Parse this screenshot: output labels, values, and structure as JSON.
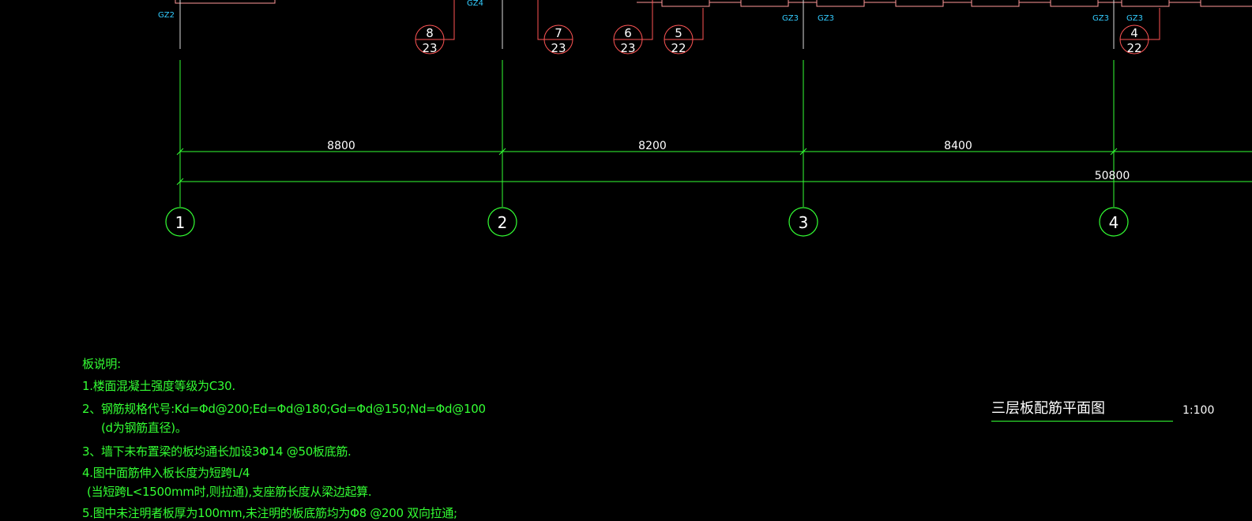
{
  "column_labels": [
    "GZ2",
    "GZ4",
    "GZ3",
    "GZ3",
    "GZ3",
    "GZ3"
  ],
  "rebar_markers": [
    {
      "top": "8",
      "bottom": "23"
    },
    {
      "top": "7",
      "bottom": "23"
    },
    {
      "top": "6",
      "bottom": "23"
    },
    {
      "top": "5",
      "bottom": "22"
    },
    {
      "top": "4",
      "bottom": "22"
    }
  ],
  "dimensions": {
    "spans": [
      "8800",
      "8200",
      "8400"
    ],
    "total": "50800"
  },
  "axes": [
    "1",
    "2",
    "3",
    "4"
  ],
  "notes": {
    "heading": "板说明:",
    "items": [
      "1.楼面混凝土强度等级为C30.",
      "2、钢筋规格代号:Kd=Φd@200;Ed=Φd@180;Gd=Φd@150;Nd=Φd@100",
      "(d为钢筋直径)。",
      "3、墙下未布置梁的板均通长加设3Φ14 @50板底筋.",
      "4.图中面筋伸入板长度为短跨L/4",
      "(当短跨L<1500mm时,则拉通),支座筋长度从梁边起算.",
      "5.图中未注明者板厚为100mm,未注明的板底筋均为Φ8 @200 双向拉通;"
    ]
  },
  "title_block": {
    "title": "三层板配筋平面图",
    "scale": "1:100"
  },
  "colors": {
    "background": "#000000",
    "grid_line": "#33ff33",
    "marker": "#ff5555",
    "column_label": "#33ccff",
    "title": "#ffffff"
  }
}
